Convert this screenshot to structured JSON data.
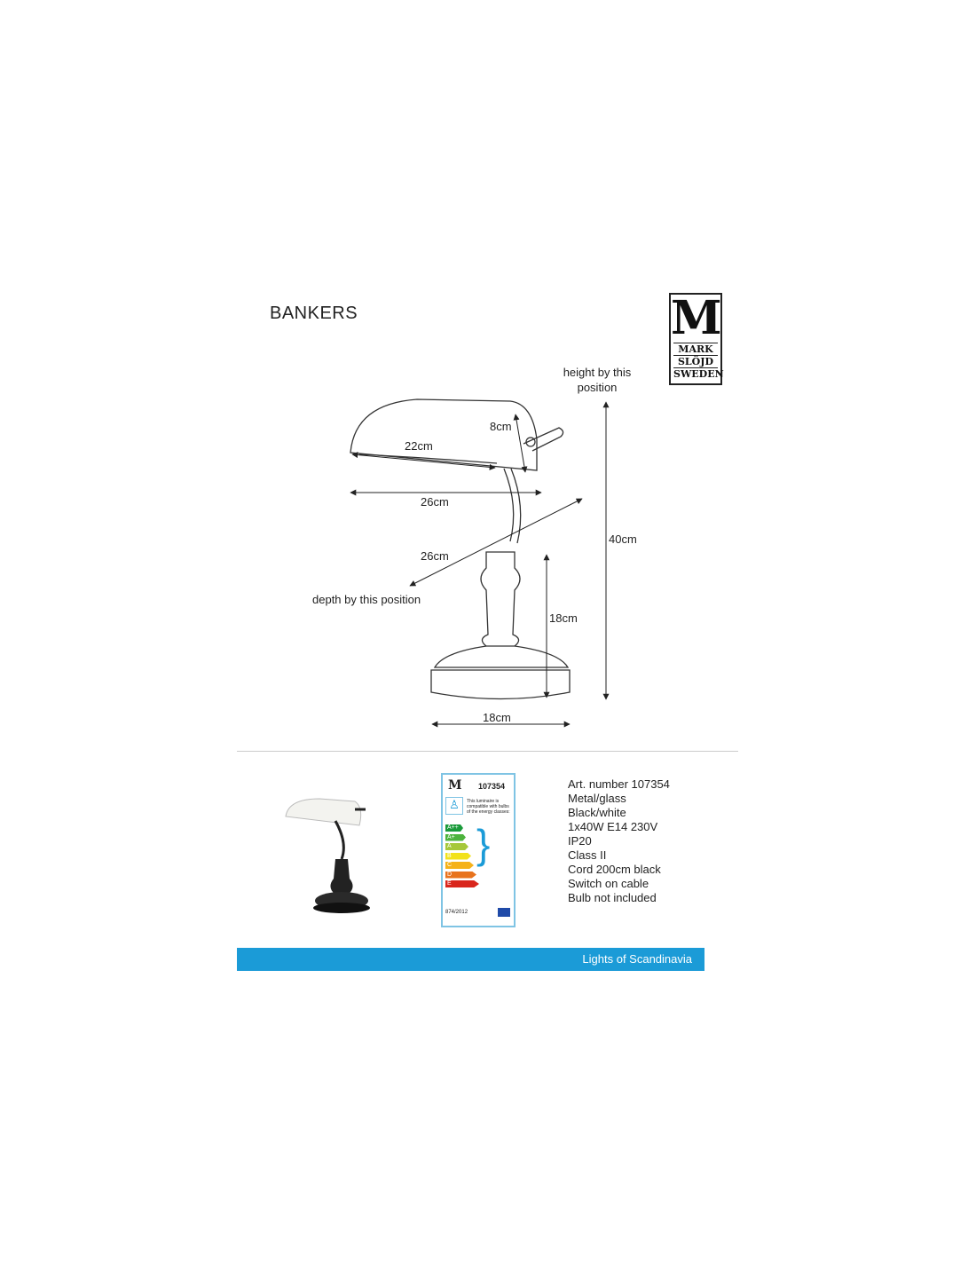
{
  "title": "BANKERS",
  "logo": {
    "mark": "M",
    "line1": "MARK",
    "line2": "SLÖJD",
    "line3": "SWEDEN"
  },
  "dimensions": {
    "height_note": "height by this position",
    "depth_note": "depth by this position",
    "shade_height": "8cm",
    "shade_width": "22cm",
    "width": "26cm",
    "depth": "26cm",
    "total_height": "40cm",
    "base_height": "18cm",
    "base_width": "18cm"
  },
  "energy_label": {
    "article": "107354",
    "text": "This luminaire is compatible with bulbs of the energy classes:",
    "classes": [
      "A++",
      "A+",
      "A",
      "B",
      "C",
      "D",
      "E"
    ],
    "class_colors": [
      "#1a9a3a",
      "#4db33d",
      "#a6c83a",
      "#f2e21b",
      "#f5b21a",
      "#e8731d",
      "#d9261c"
    ],
    "regulation": "874/2012"
  },
  "specs": [
    "Art. number 107354",
    "Metal/glass",
    "Black/white",
    "1x40W E14 230V",
    "IP20",
    "Class II",
    "Cord 200cm black",
    "Switch on cable",
    "Bulb not included"
  ],
  "footer": {
    "tagline": "Lights of Scandinavia",
    "color": "#1b9bd7"
  }
}
